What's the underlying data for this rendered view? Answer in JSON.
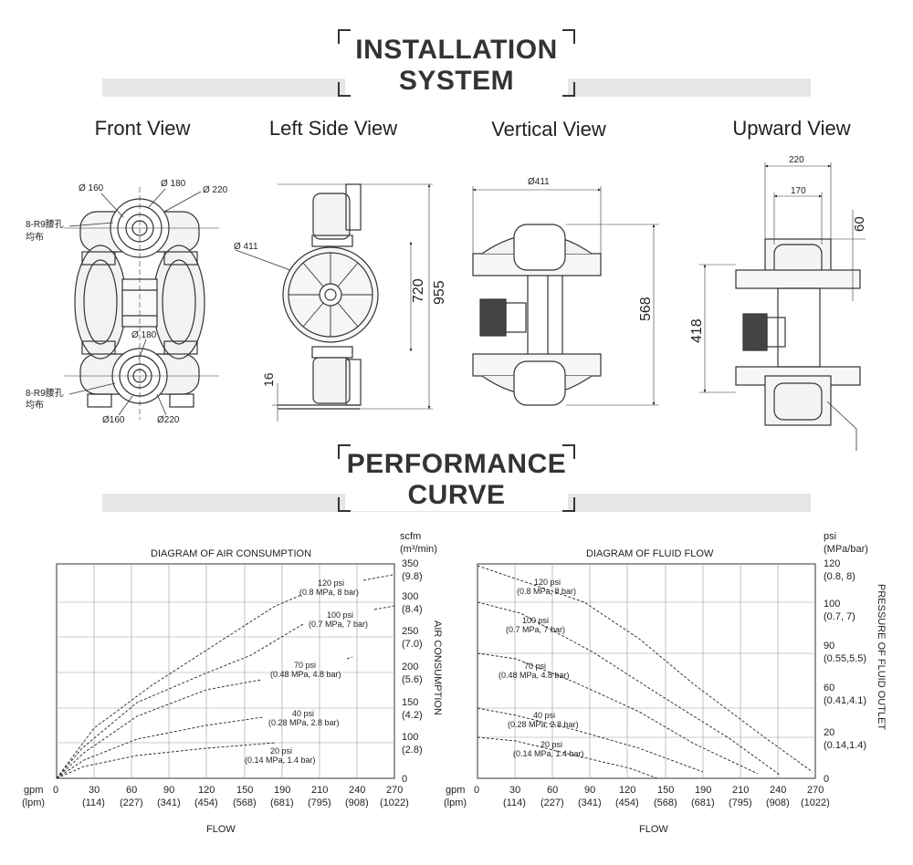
{
  "sections": {
    "installation": {
      "line1": "INSTALLATION",
      "line2": "SYSTEM"
    },
    "performance": {
      "line1": "PERFORMANCE",
      "line2": "CURVE"
    }
  },
  "views": {
    "front": "Front View",
    "left_side": "Left Side View",
    "vertical": "Vertical View",
    "upward": "Upward View"
  },
  "front_dims": {
    "d160_top": "Ø 160",
    "d180_top": "Ø 180",
    "d220_top": "Ø 220",
    "holes_top_1": "8-R9腰孔",
    "holes_top_2": "均布",
    "d180_bottom": "Ø 180",
    "holes_bottom_1": "8-R9腰孔",
    "holes_bottom_2": "均布",
    "d160_bottom": "Ø160",
    "d220_bottom": "Ø220"
  },
  "left_dims": {
    "d411": "Ø 411",
    "h720": "720",
    "h955": "955",
    "h16": "16"
  },
  "vertical_dims": {
    "d411": "Ø411",
    "h568": "568"
  },
  "upward_dims": {
    "w220": "220",
    "w170": "170",
    "h60": "60",
    "h418": "418"
  },
  "air_chart": {
    "title": "DIAGRAM OF AIR CONSUMPTION",
    "unit1": "scfm",
    "unit2": "(m³/min)",
    "axis_label": "AIR CONSUMPTION",
    "x_unit1": "gpm",
    "x_unit2": "(lpm)",
    "xlabel": "FLOW",
    "x_ticks": [
      "0",
      "30",
      "60",
      "90",
      "120",
      "150",
      "190",
      "210",
      "240",
      "270"
    ],
    "x_ticks2": [
      "(114)",
      "(227)",
      "(341)",
      "(454)",
      "(568)",
      "(681)",
      "(795)",
      "(908)",
      "(1022)"
    ],
    "y_ticks": [
      "0",
      "100",
      "150",
      "200",
      "250",
      "300",
      "350"
    ],
    "y_ticks2": [
      "(2.8)",
      "(4.2)",
      "(5.6)",
      "(7.0)",
      "(8.4)",
      "(9.8)"
    ],
    "curve_labels": [
      {
        "a": "120 psi",
        "b": "(0.8 MPa, 8 bar)"
      },
      {
        "a": "100 psi",
        "b": "(0.7 MPa, 7 bar)"
      },
      {
        "a": "70 psi",
        "b": "(0.48 MPa, 4.8 bar)"
      },
      {
        "a": "40 psi",
        "b": "(0.28 MPa, 2.8 bar)"
      },
      {
        "a": "20 psi",
        "b": "(0.14 MPa, 1.4 bar)"
      }
    ]
  },
  "fluid_chart": {
    "title": "DIAGRAM OF FLUID FLOW",
    "unit1": "psi",
    "unit2": "(MPa/bar)",
    "axis_label": "PRESSURE OF FLUID OUTLET",
    "x_unit1": "gpm",
    "x_unit2": "(lpm)",
    "xlabel": "FLOW",
    "x_ticks": [
      "0",
      "30",
      "60",
      "90",
      "120",
      "150",
      "190",
      "210",
      "240",
      "270"
    ],
    "x_ticks2": [
      "(114)",
      "(227)",
      "(341)",
      "(454)",
      "(568)",
      "(681)",
      "(795)",
      "(908)",
      "(1022)"
    ],
    "y_ticks": [
      "0",
      "20",
      "60",
      "90",
      "100",
      "120"
    ],
    "y_ticks2": [
      "(0.14,1.4)",
      "(0.41,4.1)",
      "(0.55,5.5)",
      "(0.7, 7)",
      "(0.8, 8)"
    ],
    "curve_labels": [
      {
        "a": "120 psi",
        "b": "(0.8 MPa, 8 bar)"
      },
      {
        "a": "100 psi",
        "b": "(0.7 MPa, 7 bar)"
      },
      {
        "a": "70 psi",
        "b": "(0.48 MPa, 4.8 bar)"
      },
      {
        "a": "40 psi",
        "b": "(0.28 MPa, 2.8 bar)"
      },
      {
        "a": "20 psi",
        "b": "(0.14 MPa, 1.4 bar)"
      }
    ]
  }
}
